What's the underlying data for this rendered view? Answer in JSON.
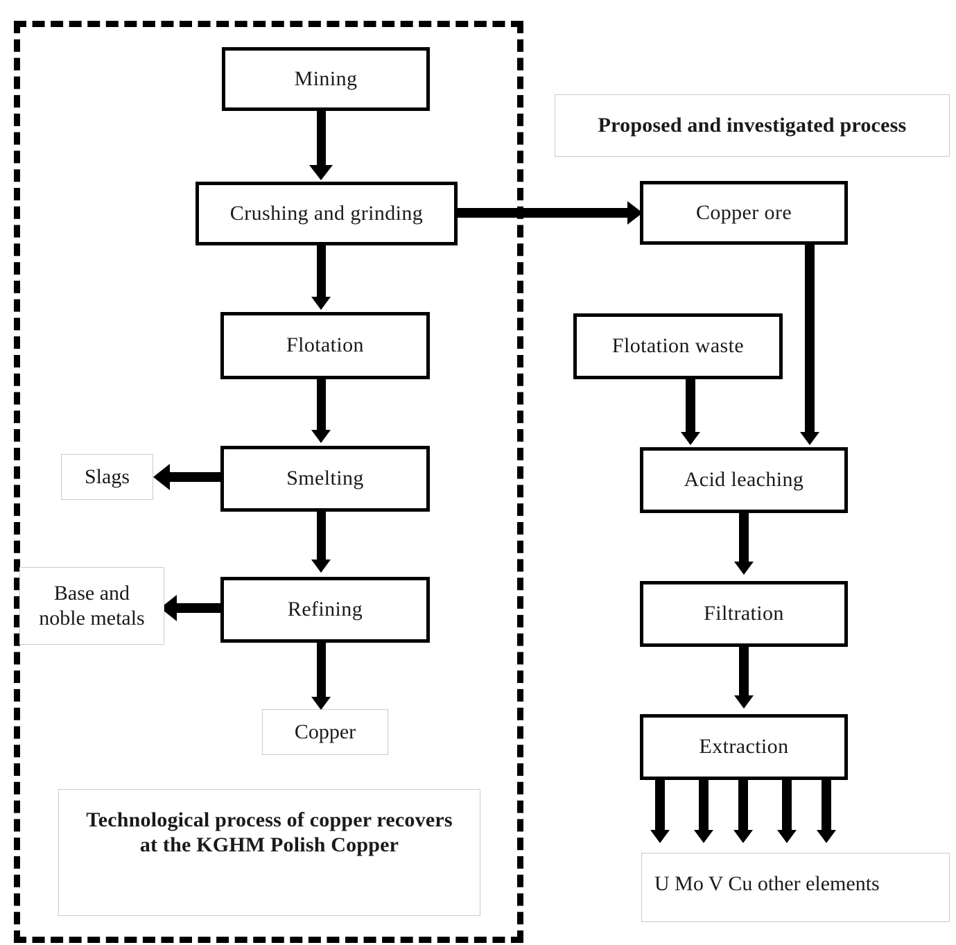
{
  "diagram": {
    "title_left_panel": "Technological process of copper recovers at the KGHM Polish Copper",
    "title_right_panel": "Proposed and investigated process",
    "left_process": {
      "mining": "Mining",
      "crushing": "Crushing and grinding",
      "flotation": "Flotation",
      "smelting": "Smelting",
      "refining": "Refining",
      "copper": "Copper",
      "slags": "Slags",
      "base_noble_metals": "Base and\nnoble metals"
    },
    "right_process": {
      "copper_ore": "Copper ore",
      "flotation_waste": "Flotation waste",
      "acid_leaching": "Acid leaching",
      "filtration": "Filtration",
      "extraction": "Extraction",
      "output_elements": "U  Mo  V    Cu   other elements"
    }
  },
  "colors": {
    "stroke": "#000000",
    "light_border": "#c9c9c9",
    "background": "#ffffff",
    "text": "#1a1a1a"
  }
}
